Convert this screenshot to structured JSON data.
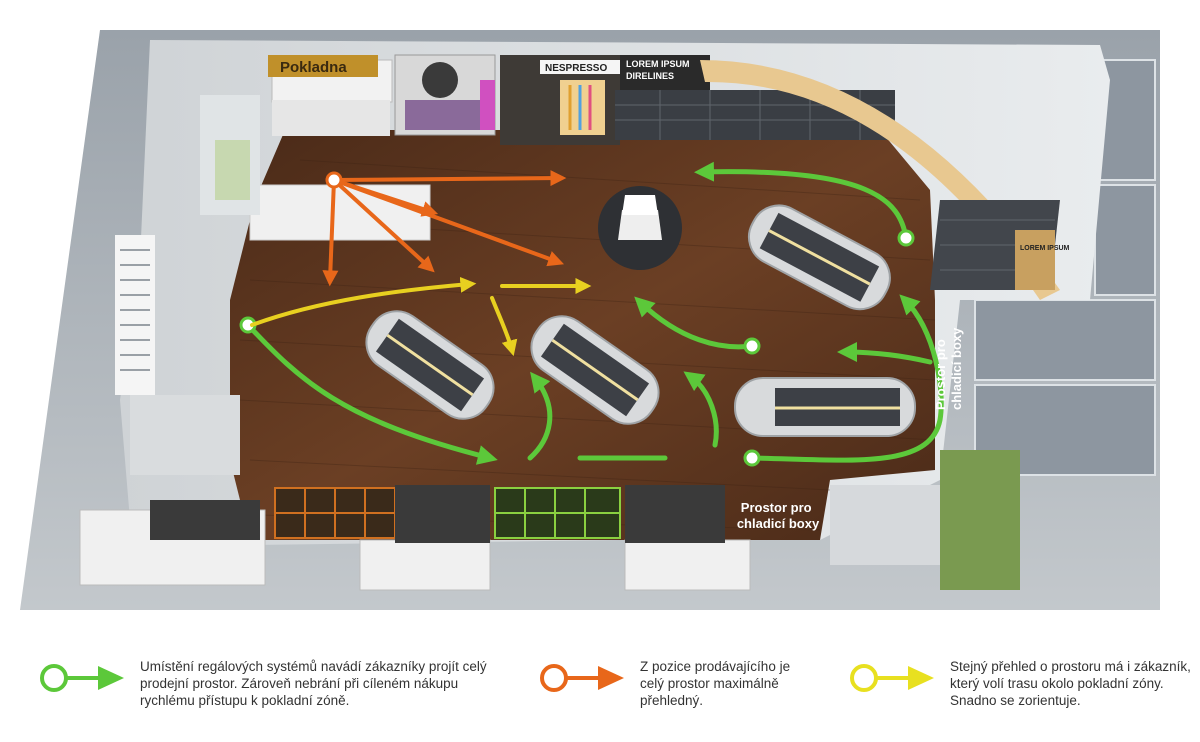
{
  "plan": {
    "sign_pokladna": "Pokladna",
    "sign_nespresso": "NESPRESSO",
    "sign_lorem_1": "LOREM IPSUM",
    "sign_lorem_2": "DIRELINES",
    "sign_lorem_3": "LOREM IPSUM",
    "label_cooler_area_right": "Prostor pro\nchladicí boxy",
    "label_cooler_area_bottom": "Prostor pro\nchladicí boxy"
  },
  "legend": [
    {
      "color": "#5cc83a",
      "text": "Umístění regálových systémů navádí zákazníky projít celý\nprodejní prostor. Zároveň nebrání při cíleném nákupu\nrychlému přístupu k pokladní zóně."
    },
    {
      "color": "#e8671a",
      "text": "Z pozice prodávajícího je\ncelý prostor maximálně\npřehledný."
    },
    {
      "color": "#e8e020",
      "text": "Stejný přehled o prostoru má i zákazník,\nkterý volí trasu okolo pokladní zóny.\nSnadno se zorientuje."
    }
  ],
  "colors": {
    "green_path": "#5cc83a",
    "orange_path": "#e8671a",
    "yellow_path": "#e8d020",
    "floor": "#5a3520"
  }
}
